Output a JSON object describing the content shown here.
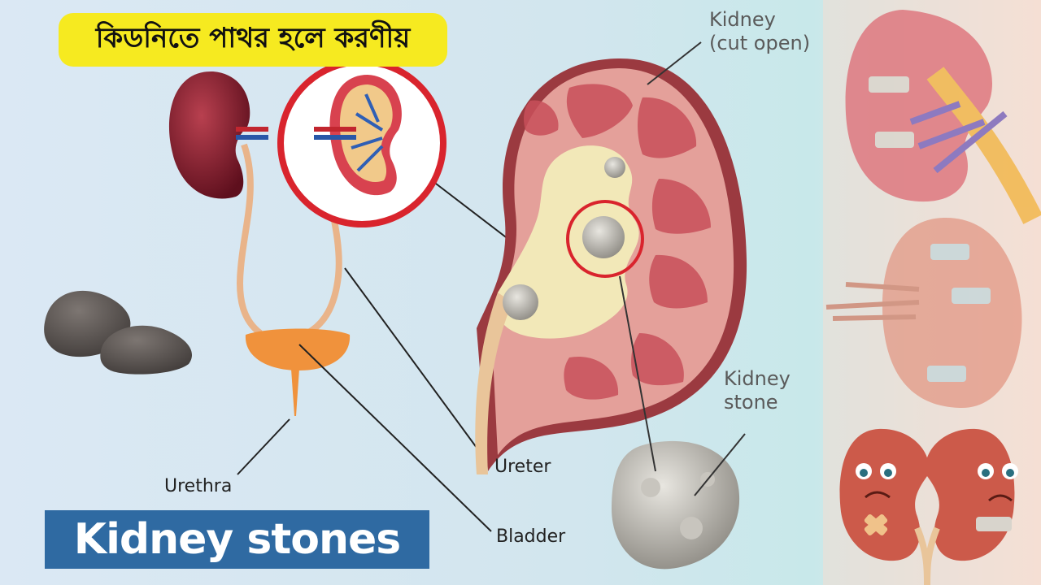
{
  "title_bn": "কিডনিতে পাথর হলে করণীয়",
  "caption": "Kidney stones",
  "labels": {
    "kidney_cut": "Kidney\n(cut open)",
    "kidney_cut_l1": "Kidney",
    "kidney_cut_l2": "(cut open)",
    "kidney_stone_l1": "Kidney",
    "kidney_stone_l2": "stone",
    "ureter": "Ureter",
    "urethra": "Urethra",
    "bladder": "Bladder"
  },
  "colors": {
    "banner": "#f6ea20",
    "caption_bg": "#2f6aa2",
    "kidney_dark": "#8a1e2e",
    "kidney_flesh": "#e8a7a0",
    "stone": "#6b6460",
    "highlight_ring": "#d9242d"
  }
}
